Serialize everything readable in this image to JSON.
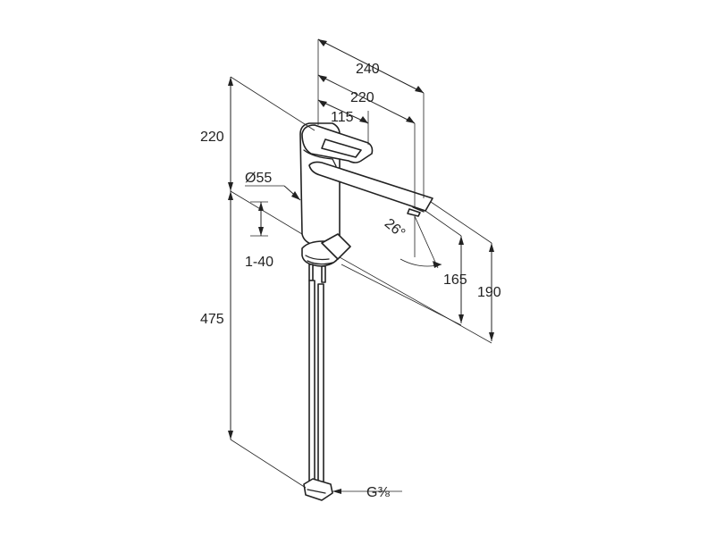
{
  "drawing": {
    "dimensions": {
      "width_overall": "240",
      "width_spout": "220",
      "width_handle": "115",
      "height_top": "220",
      "diameter": "Ø55",
      "adjust_range": "1-40",
      "hose_length": "475",
      "spout_height_1": "165",
      "spout_height_2": "190",
      "spray_angle": "26°",
      "thread": "G⅜"
    }
  }
}
